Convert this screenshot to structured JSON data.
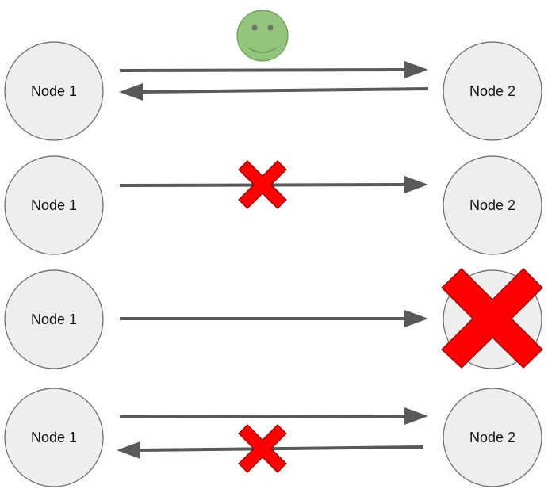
{
  "scenarios": [
    {
      "left_node": {
        "label": "Node 1"
      },
      "right_node": {
        "label": "Node 2"
      },
      "request": "delivered",
      "response": "delivered",
      "status_icon": "smiley-face-icon"
    },
    {
      "left_node": {
        "label": "Node 1"
      },
      "right_node": {
        "label": "Node 2"
      },
      "request": "lost",
      "response": "none",
      "status_icon": "red-x-icon"
    },
    {
      "left_node": {
        "label": "Node 1"
      },
      "right_node": {
        "label": ""
      },
      "request": "delivered",
      "response": "none",
      "status_icon": "red-x-icon (node crashed)"
    },
    {
      "left_node": {
        "label": "Node 1"
      },
      "right_node": {
        "label": "Node 2"
      },
      "request": "delivered",
      "response": "lost",
      "status_icon": "red-x-icon"
    }
  ],
  "colors": {
    "node_fill": "#eeeeee",
    "node_stroke": "#666666",
    "arrow": "#595959",
    "failure_x": "#ff0000",
    "success_smiley": "#93c47d"
  }
}
